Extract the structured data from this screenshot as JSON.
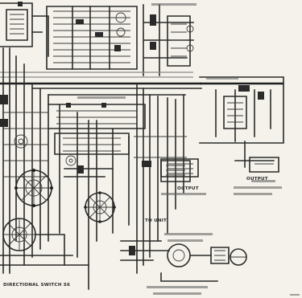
{
  "schematic": {
    "labels": {
      "top_center": "",
      "directional_switch": "DIRECTIONAL SWITCH S6",
      "output_center": "OUTPUT",
      "output_right": "OUTPUT",
      "to_unit": "TO UNIT"
    }
  }
}
